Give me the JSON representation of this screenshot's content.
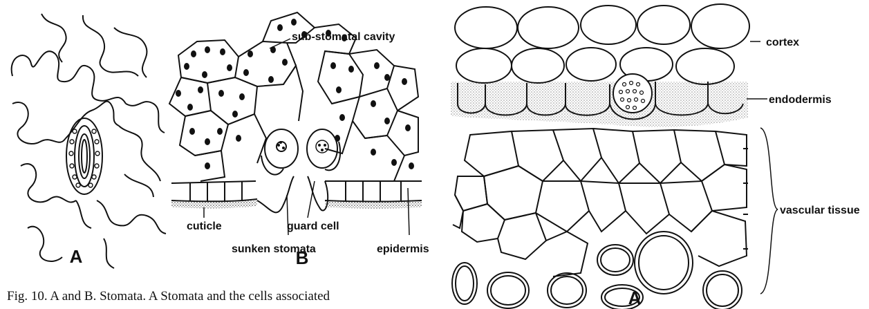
{
  "figure_a": {
    "panel_label": "A"
  },
  "figure_b": {
    "panel_label": "B",
    "labels": {
      "sub_stomatal_cavity": "sub-stomatal cavity",
      "cuticle": "cuticle",
      "guard_cell": "guard cell",
      "sunken_stomata": "sunken stomata",
      "epidermis": "epidermis"
    }
  },
  "figure_c": {
    "panel_label": "A",
    "labels": {
      "cortex": "cortex",
      "endodermis": "endodermis",
      "vascular_tissue": "vascular tissue"
    }
  },
  "caption": "Fig. 10. A and B. Stomata. A  Stomata and the cells associated"
}
